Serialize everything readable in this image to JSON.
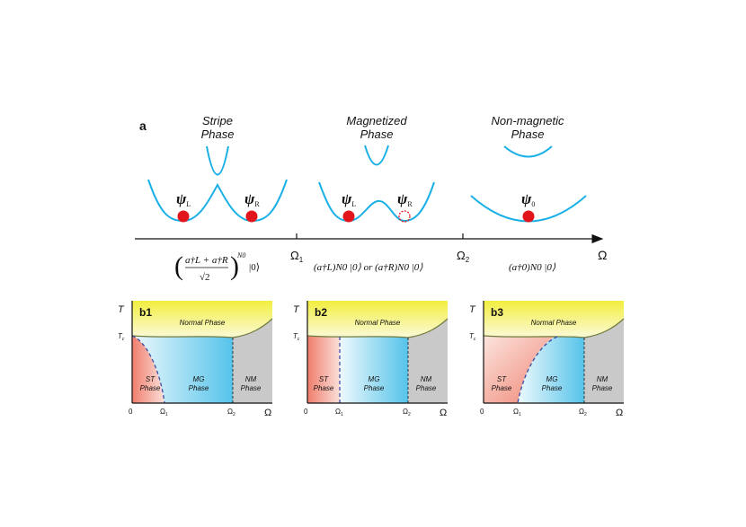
{
  "panel_a": {
    "label": "a",
    "phases": [
      {
        "title_line1": "Stripe",
        "title_line2": "Phase",
        "wf1": "ψ",
        "wf1_sub": "L",
        "wf2": "ψ",
        "wf2_sub": "R"
      },
      {
        "title_line1": "Magnetized",
        "title_line2": "Phase",
        "wf1": "ψ",
        "wf1_sub": "L",
        "wf2": "ψ",
        "wf2_sub": "R"
      },
      {
        "title_line1": "Non-magnetic",
        "title_line2": "Phase",
        "wf1": "ψ",
        "wf1_sub": "0"
      }
    ],
    "axis": {
      "label": "Ω",
      "tick1": "Ω",
      "tick1_sub": "1",
      "tick2": "Ω",
      "tick2_sub": "2"
    },
    "states": {
      "s1_num": "a†L + a†R",
      "s1_den": "√2",
      "s1_exp": "N0",
      "s1_ket": "|0⟩",
      "s2": "(a†L)N0 |0⟩  or  (a†R)N0 |0⟩",
      "s3": "(a†0)N0 |0⟩"
    }
  },
  "panels_b": [
    {
      "label": "b1",
      "normal": "Normal Phase",
      "st1": "ST",
      "st2": "Phase",
      "mg1": "MG",
      "mg2": "Phase",
      "nm1": "NM",
      "nm2": "Phase",
      "y_axis": "T",
      "tc": "T",
      "tc_sub": "c",
      "x_axis": "Ω",
      "x0": "0",
      "o1": "Ω",
      "o1_sub": "1",
      "o2": "Ω",
      "o2_sub": "2"
    },
    {
      "label": "b2",
      "normal": "Normal Phase",
      "st1": "ST",
      "st2": "Phase",
      "mg1": "MG",
      "mg2": "Phase",
      "nm1": "NM",
      "nm2": "Phase",
      "y_axis": "T",
      "tc": "T",
      "tc_sub": "c",
      "x_axis": "Ω",
      "x0": "0",
      "o1": "Ω",
      "o1_sub": "1",
      "o2": "Ω",
      "o2_sub": "2"
    },
    {
      "label": "b3",
      "normal": "Normal Phase",
      "st1": "ST",
      "st2": "Phase",
      "mg1": "MG",
      "mg2": "Phase",
      "nm1": "NM",
      "nm2": "Phase",
      "y_axis": "T",
      "tc": "T",
      "tc_sub": "c",
      "x_axis": "Ω",
      "x0": "0",
      "o1": "Ω",
      "o1_sub": "1",
      "o2": "Ω",
      "o2_sub": "2"
    }
  ],
  "colors": {
    "curve": "#1ab0e6",
    "dot": "#e3151c",
    "normal_top": "#f3f04d",
    "st": "#f28b7a",
    "mg": "#59c6ec",
    "nm": "#c9c9c9",
    "boundary": "#3a4fa5"
  }
}
